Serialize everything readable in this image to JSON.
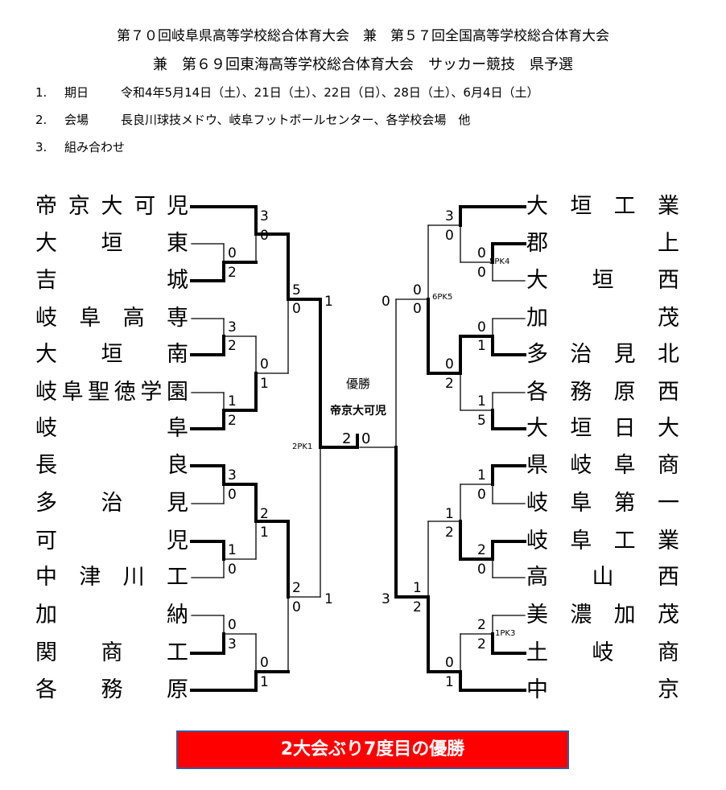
{
  "header": {
    "line1": "第７０回岐阜県高等学校総合体育大会　兼　第５７回全国高等学校総合体育大会",
    "line2": "兼　第６９回東海高等学校総合体育大会　サッカー競技　県予選"
  },
  "info": [
    {
      "num": "1.",
      "label": "期日",
      "value": "令和4年5月14日（土）、21日（土）、22日（日）、28日（土）、6月4日（土）"
    },
    {
      "num": "2.",
      "label": "会場",
      "value": "長良川球技メドウ、岐阜フットボールセンター、各学校会場　他"
    },
    {
      "num": "3.",
      "label": "組み合わせ",
      "value": ""
    }
  ],
  "left_teams": [
    [
      "帝",
      "京",
      "大",
      "可",
      "児"
    ],
    [
      "大",
      "垣",
      "東"
    ],
    [
      "吉",
      "城"
    ],
    [
      "岐",
      "阜",
      "高",
      "専"
    ],
    [
      "大",
      "垣",
      "南"
    ],
    [
      "岐",
      "阜",
      "聖",
      "徳",
      "学",
      "園"
    ],
    [
      "岐",
      "阜"
    ],
    [
      "長",
      "良"
    ],
    [
      "多",
      "治",
      "見"
    ],
    [
      "可",
      "児"
    ],
    [
      "中",
      "津",
      "川",
      "工"
    ],
    [
      "加",
      "納"
    ],
    [
      "関",
      "商",
      "工"
    ],
    [
      "各",
      "務",
      "原"
    ]
  ],
  "right_teams": [
    [
      "大",
      "垣",
      "工",
      "業"
    ],
    [
      "郡",
      "上"
    ],
    [
      "大",
      "垣",
      "西"
    ],
    [
      "加",
      "茂"
    ],
    [
      "多",
      "治",
      "見",
      "北"
    ],
    [
      "各",
      "務",
      "原",
      "西"
    ],
    [
      "大",
      "垣",
      "日",
      "大"
    ],
    [
      "県",
      "岐",
      "阜",
      "商"
    ],
    [
      "岐",
      "阜",
      "第",
      "一"
    ],
    [
      "岐",
      "阜",
      "工",
      "業"
    ],
    [
      "高",
      "山",
      "西"
    ],
    [
      "美",
      "濃",
      "加",
      "茂"
    ],
    [
      "土",
      "岐",
      "商"
    ],
    [
      "中",
      "京"
    ]
  ],
  "scores": {
    "L_r1": [
      "0",
      "2",
      "3",
      "2",
      "1",
      "2",
      "3",
      "0",
      "1",
      "0",
      "0",
      "3"
    ],
    "L_r2": [
      "3",
      "0",
      "0",
      "1",
      "2",
      "1",
      "0",
      "1"
    ],
    "L_r3": [
      "5",
      "0",
      "2",
      "0"
    ],
    "L_r4": [
      "1",
      "1"
    ],
    "R_r1": [
      "0",
      "0",
      "0",
      "1",
      "1",
      "5",
      "1",
      "0",
      "2",
      "0",
      "2",
      "2"
    ],
    "R_r2": [
      "3",
      "0",
      "0",
      "2",
      "1",
      "2",
      "0",
      "1"
    ],
    "R_r3": [
      "0",
      "0",
      "1",
      "2"
    ],
    "R_r4": [
      "0",
      "3"
    ],
    "final": [
      "2",
      "0"
    ]
  },
  "pk": {
    "final": "2PK1",
    "r_sf_top": "6PK5",
    "r_gun": "5PK4",
    "r_mino": "1PK3"
  },
  "champion": {
    "label": "優勝",
    "team": "帝京大可児"
  },
  "banner": "2大会ぶり7度目の優勝",
  "colors": {
    "banner_bg": "#ff0000",
    "banner_border": "#3a5a9a",
    "winner_line": "#000000"
  }
}
